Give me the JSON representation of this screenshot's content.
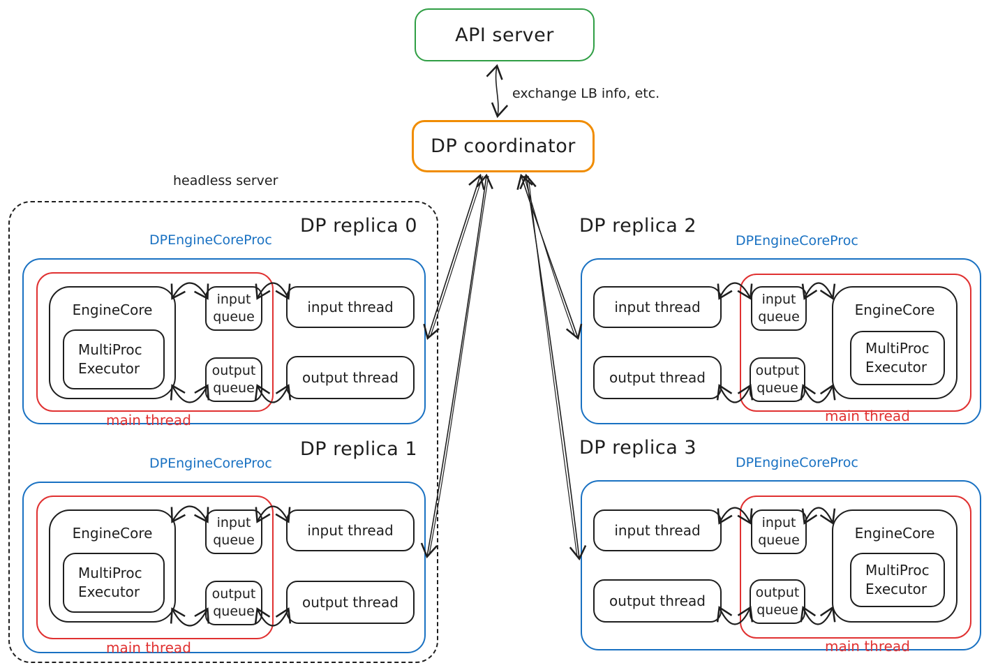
{
  "colors": {
    "green": "#2f9e44",
    "orange": "#f08c00",
    "blue": "#1971c2",
    "red": "#e03131",
    "ink": "#1e1e1e"
  },
  "api_server": {
    "label": "API server"
  },
  "coordinator": {
    "label": "DP coordinator"
  },
  "exchange_label": "exchange LB info, etc.",
  "headless_server": {
    "label": "headless server"
  },
  "replicas": [
    {
      "title": "DP replica 0",
      "proc_label": "DPEngineCoreProc",
      "engine_core_label": "EngineCore",
      "executor_label": "MultiProc Executor",
      "input_queue_label": "input queue",
      "output_queue_label": "output queue",
      "input_thread_label": "input thread",
      "output_thread_label": "output thread",
      "main_thread_label": "main thread"
    },
    {
      "title": "DP replica 1",
      "proc_label": "DPEngineCoreProc",
      "engine_core_label": "EngineCore",
      "executor_label": "MultiProc Executor",
      "input_queue_label": "input queue",
      "output_queue_label": "output queue",
      "input_thread_label": "input thread",
      "output_thread_label": "output thread",
      "main_thread_label": "main thread"
    },
    {
      "title": "DP replica 2",
      "proc_label": "DPEngineCoreProc",
      "engine_core_label": "EngineCore",
      "executor_label": "MultiProc Executor",
      "input_queue_label": "input queue",
      "output_queue_label": "output queue",
      "input_thread_label": "input thread",
      "output_thread_label": "output thread",
      "main_thread_label": "main thread"
    },
    {
      "title": "DP replica 3",
      "proc_label": "DPEngineCoreProc",
      "engine_core_label": "EngineCore",
      "executor_label": "MultiProc Executor",
      "input_queue_label": "input queue",
      "output_queue_label": "output queue",
      "input_thread_label": "input thread",
      "output_thread_label": "output thread",
      "main_thread_label": "main thread"
    }
  ]
}
